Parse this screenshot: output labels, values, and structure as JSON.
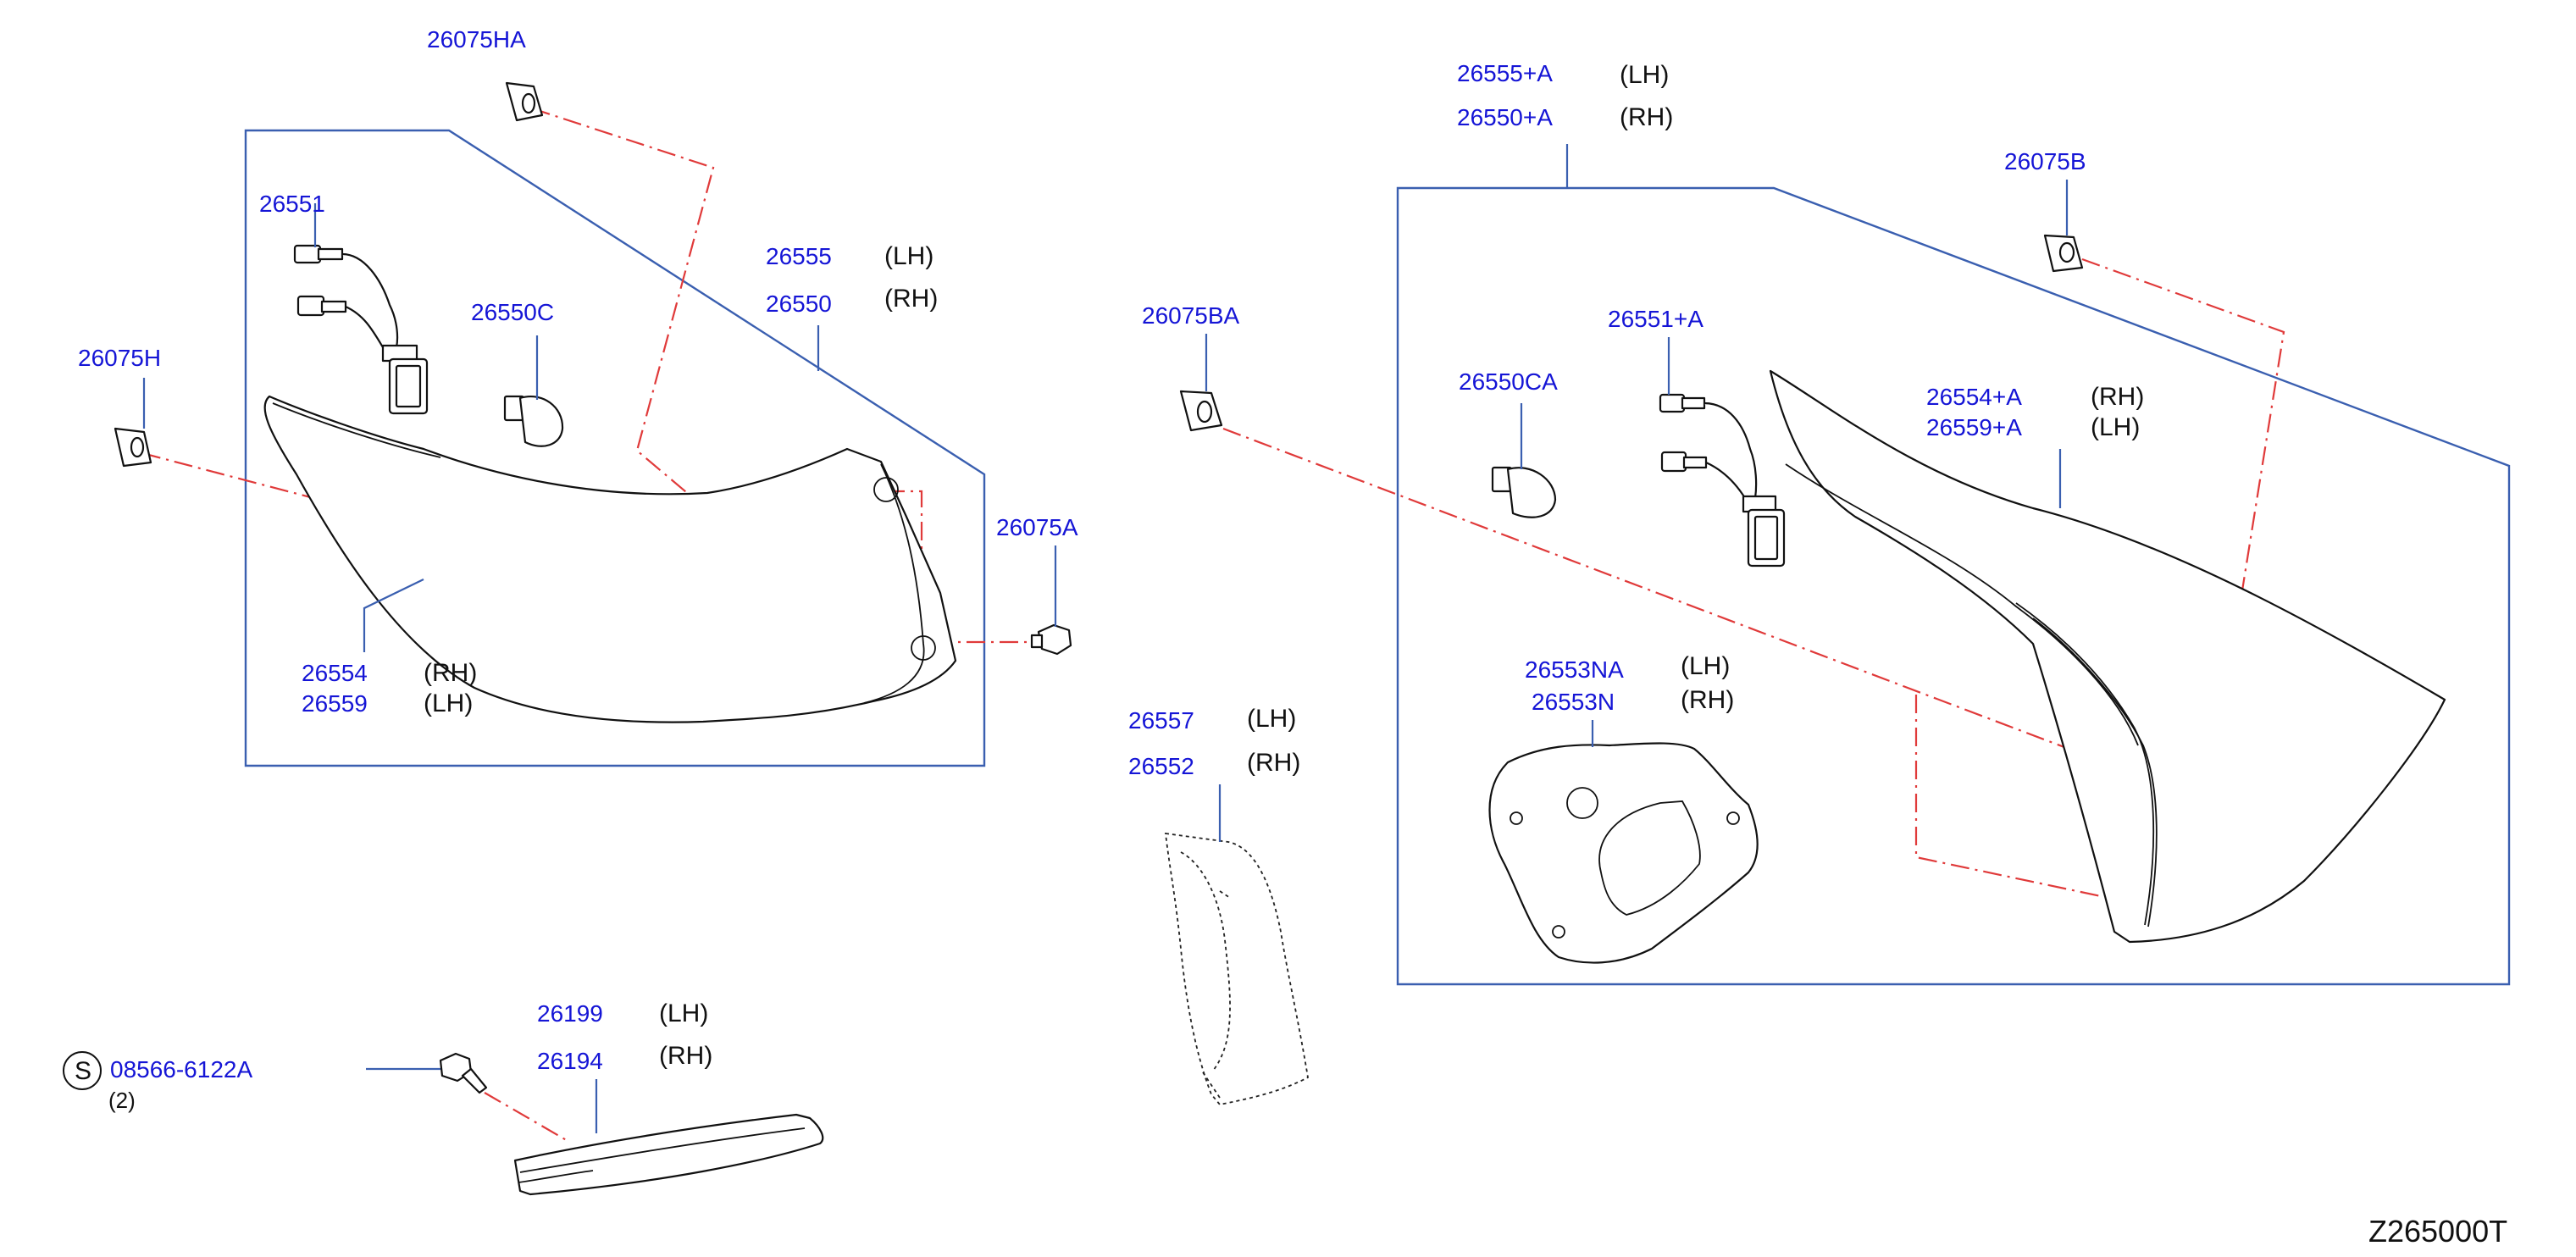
{
  "callouts": {
    "c26075ha": "26075HA",
    "c26551": "26551",
    "c26550c": "26550C",
    "c26555": "26555",
    "c26555_side": "(LH)",
    "c26550": "26550",
    "c26550_side": "(RH)",
    "c26075h": "26075H",
    "c26075a": "26075A",
    "c26554": "26554",
    "c26554_side": "(RH)",
    "c26559": "26559",
    "c26559_side": "(LH)",
    "c26075ba": "26075BA",
    "c26557": "26557",
    "c26557_side": "(LH)",
    "c26552": "26552",
    "c26552_side": "(RH)",
    "c26199": "26199",
    "c26199_side": "(LH)",
    "c26194": "26194",
    "c26194_side": "(RH)",
    "s_symbol": "S",
    "c08566": "08566-6122A",
    "c08566_qty": "(2)",
    "c26555a": "26555+A",
    "c26555a_side": "(LH)",
    "c26550a": "26550+A",
    "c26550a_side": "(RH)",
    "c26075b": "26075B",
    "c26551a": "26551+A",
    "c26550ca": "26550CA",
    "c26554a": "26554+A",
    "c26554a_side": "(RH)",
    "c26559a": "26559+A",
    "c26559a_side": "(LH)",
    "c26553na": "26553NA",
    "c26553na_side": "(LH)",
    "c26553n": "26553N",
    "c26553n_side": "(RH)"
  },
  "diagram_code": "Z265000T"
}
